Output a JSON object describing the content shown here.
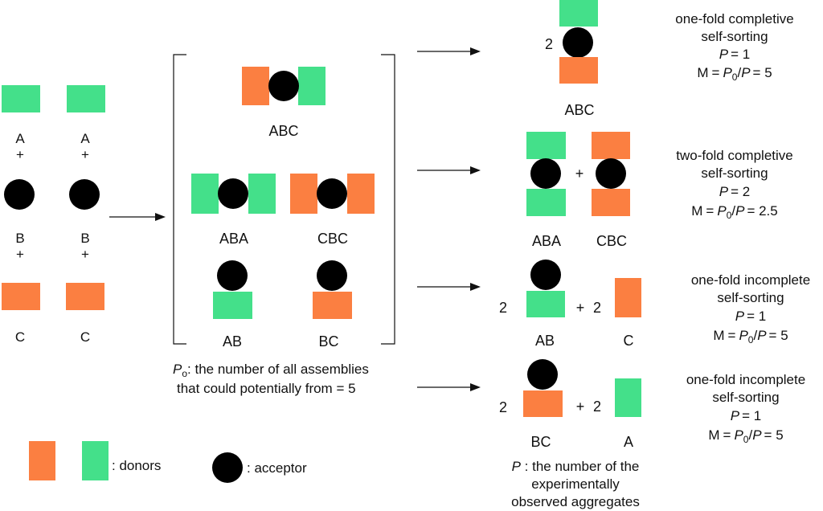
{
  "reactants": {
    "col1": {
      "a": "A",
      "plus1": "+",
      "b": "B",
      "plus2": "+",
      "c": "C"
    },
    "col2": {
      "a": "A",
      "plus1": "+",
      "b": "B",
      "plus2": "+",
      "c": "C"
    }
  },
  "possible": {
    "abc": "ABC",
    "aba": "ABA",
    "cbc": "CBC",
    "ab": "AB",
    "bc": "BC"
  },
  "po_caption": {
    "symbol": "P",
    "sub": "o",
    "line1_rest": ":  the number of all assemblies",
    "line2": "that could potentially from = 5"
  },
  "legend": {
    "donors": ": donors",
    "acceptor": ":  acceptor"
  },
  "outcomes": [
    {
      "coef": "2",
      "labels": [
        "ABC"
      ],
      "desc": [
        "one-fold completive",
        "self-sorting"
      ],
      "p_eq": "= 1",
      "m_eq": "= 5"
    },
    {
      "plus": "+",
      "labels": [
        "ABA",
        "CBC"
      ],
      "desc": [
        "two-fold completive",
        "self-sorting"
      ],
      "p_eq": "= 2",
      "m_eq": "= 2.5"
    },
    {
      "coef": "2",
      "coef2": "2",
      "plus": "+",
      "labels": [
        "AB",
        "C"
      ],
      "desc": [
        "one-fold incomplete",
        "self-sorting"
      ],
      "p_eq": "= 1",
      "m_eq": "= 5"
    },
    {
      "coef": "2",
      "coef2": "2",
      "plus": "+",
      "labels": [
        "BC",
        "A"
      ],
      "desc": [
        "one-fold incomplete",
        "self-sorting"
      ],
      "p_eq": "= 1",
      "m_eq": "= 5"
    }
  ],
  "formula": {
    "P": "P",
    "M": "M",
    "eq": "=",
    "P0": "P",
    "zero": "0",
    "slash": "/"
  },
  "p_caption": {
    "symbol": "P",
    "line1_rest": " : the number of the",
    "line2": "experimentally",
    "line3": "observed aggregates"
  },
  "colors": {
    "donor_green": "#44e08a",
    "donor_orange": "#fb7f41",
    "acceptor": "#000000"
  }
}
